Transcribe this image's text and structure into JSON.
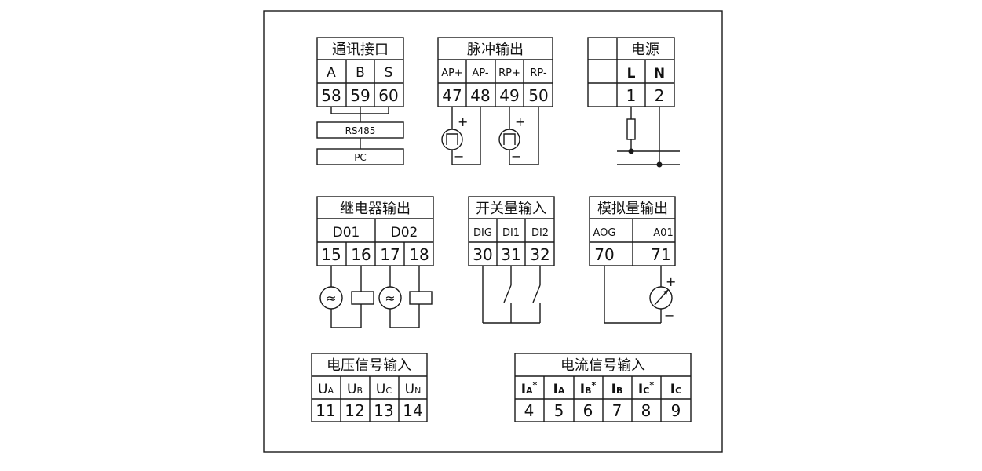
{
  "comm": {
    "title": "通讯接口",
    "labels": [
      "A",
      "B",
      "S"
    ],
    "terminals": [
      "58",
      "59",
      "60"
    ],
    "rs485": "RS485",
    "pc": "PC"
  },
  "pulse": {
    "title": "脉冲输出",
    "labels": [
      "AP+",
      "AP-",
      "RP+",
      "RP-"
    ],
    "terminals": [
      "47",
      "48",
      "49",
      "50"
    ],
    "plus": "+",
    "minus": "−"
  },
  "power": {
    "title": "电源",
    "labels": [
      "L",
      "N"
    ],
    "terminals": [
      "1",
      "2"
    ]
  },
  "relay": {
    "title": "继电器输出",
    "labels": [
      "D01",
      "D02"
    ],
    "terminals": [
      "15",
      "16",
      "17",
      "18"
    ],
    "source_symbol": "≈"
  },
  "switch": {
    "title": "开关量输入",
    "labels": [
      "DIG",
      "DI1",
      "DI2"
    ],
    "terminals": [
      "30",
      "31",
      "32"
    ]
  },
  "analog": {
    "title": "模拟量输出",
    "labels": [
      "AOG",
      "A01"
    ],
    "terminals": [
      "70",
      "71"
    ],
    "plus": "+",
    "minus": "−"
  },
  "voltage": {
    "title": "电压信号输入",
    "labels": [
      {
        "main": "U",
        "sub": "A"
      },
      {
        "main": "U",
        "sub": "B"
      },
      {
        "main": "U",
        "sub": "C"
      },
      {
        "main": "U",
        "sub": "N"
      }
    ],
    "terminals": [
      "11",
      "12",
      "13",
      "14"
    ]
  },
  "current": {
    "title": "电流信号输入",
    "labels": [
      {
        "main": "I",
        "sub": "A",
        "star": "*"
      },
      {
        "main": "I",
        "sub": "A",
        "star": ""
      },
      {
        "main": "I",
        "sub": "B",
        "star": "*"
      },
      {
        "main": "I",
        "sub": "B",
        "star": ""
      },
      {
        "main": "I",
        "sub": "C",
        "star": "*"
      },
      {
        "main": "I",
        "sub": "C",
        "star": ""
      }
    ],
    "terminals": [
      "4",
      "5",
      "6",
      "7",
      "8",
      "9"
    ]
  },
  "colors": {
    "line": "#1a1a1a",
    "background": "#ffffff"
  }
}
